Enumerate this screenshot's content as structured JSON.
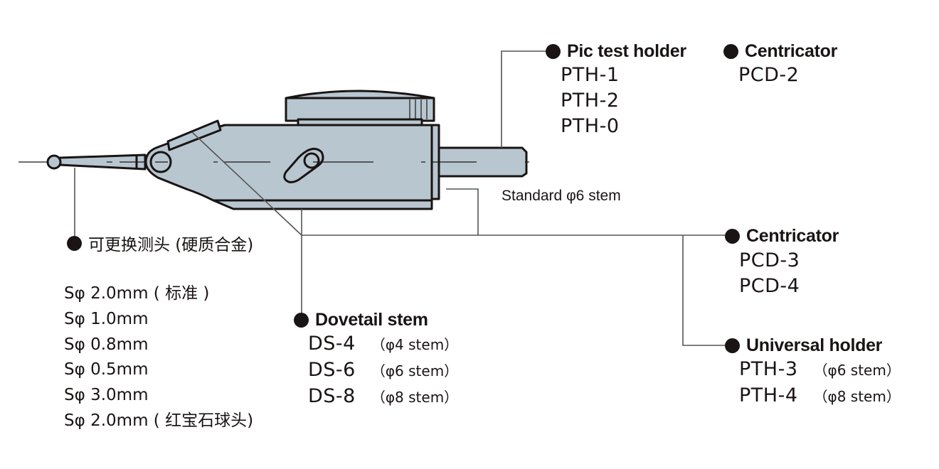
{
  "colors": {
    "body_fill": "#b8c6d0",
    "outline": "#1a1414",
    "leader_line": "#555555",
    "text": "#1a1414"
  },
  "callouts": {
    "pic_test_holder": {
      "title": "Pic test holder",
      "models": [
        "PTH-1",
        "PTH-2",
        "PTH-0"
      ]
    },
    "centricator_top": {
      "title": "Centricator",
      "models": [
        "PCD-2"
      ]
    },
    "stem_note": "Standard φ6 stem",
    "contact_point": {
      "title": "可更换测头 (硬质合金)",
      "sizes": [
        "Sφ 2.0mm ( 标准 )",
        "Sφ 1.0mm",
        "Sφ 0.8mm",
        "Sφ 0.5mm",
        "Sφ 3.0mm",
        "Sφ 2.0mm ( 红宝石球头)"
      ]
    },
    "dovetail_stem": {
      "title": "Dovetail stem",
      "models": [
        {
          "model": "DS-4",
          "note": "（φ4 stem）"
        },
        {
          "model": "DS-6",
          "note": "（φ6 stem）"
        },
        {
          "model": "DS-8",
          "note": "（φ8 stem）"
        }
      ]
    },
    "centricator_bottom": {
      "title": "Centricator",
      "models": [
        "PCD-3",
        "PCD-4"
      ]
    },
    "universal_holder": {
      "title": "Universal holder",
      "models": [
        {
          "model": "PTH-3",
          "note": "（φ6 stem）"
        },
        {
          "model": "PTH-4",
          "note": "（φ8 stem）"
        }
      ]
    }
  }
}
